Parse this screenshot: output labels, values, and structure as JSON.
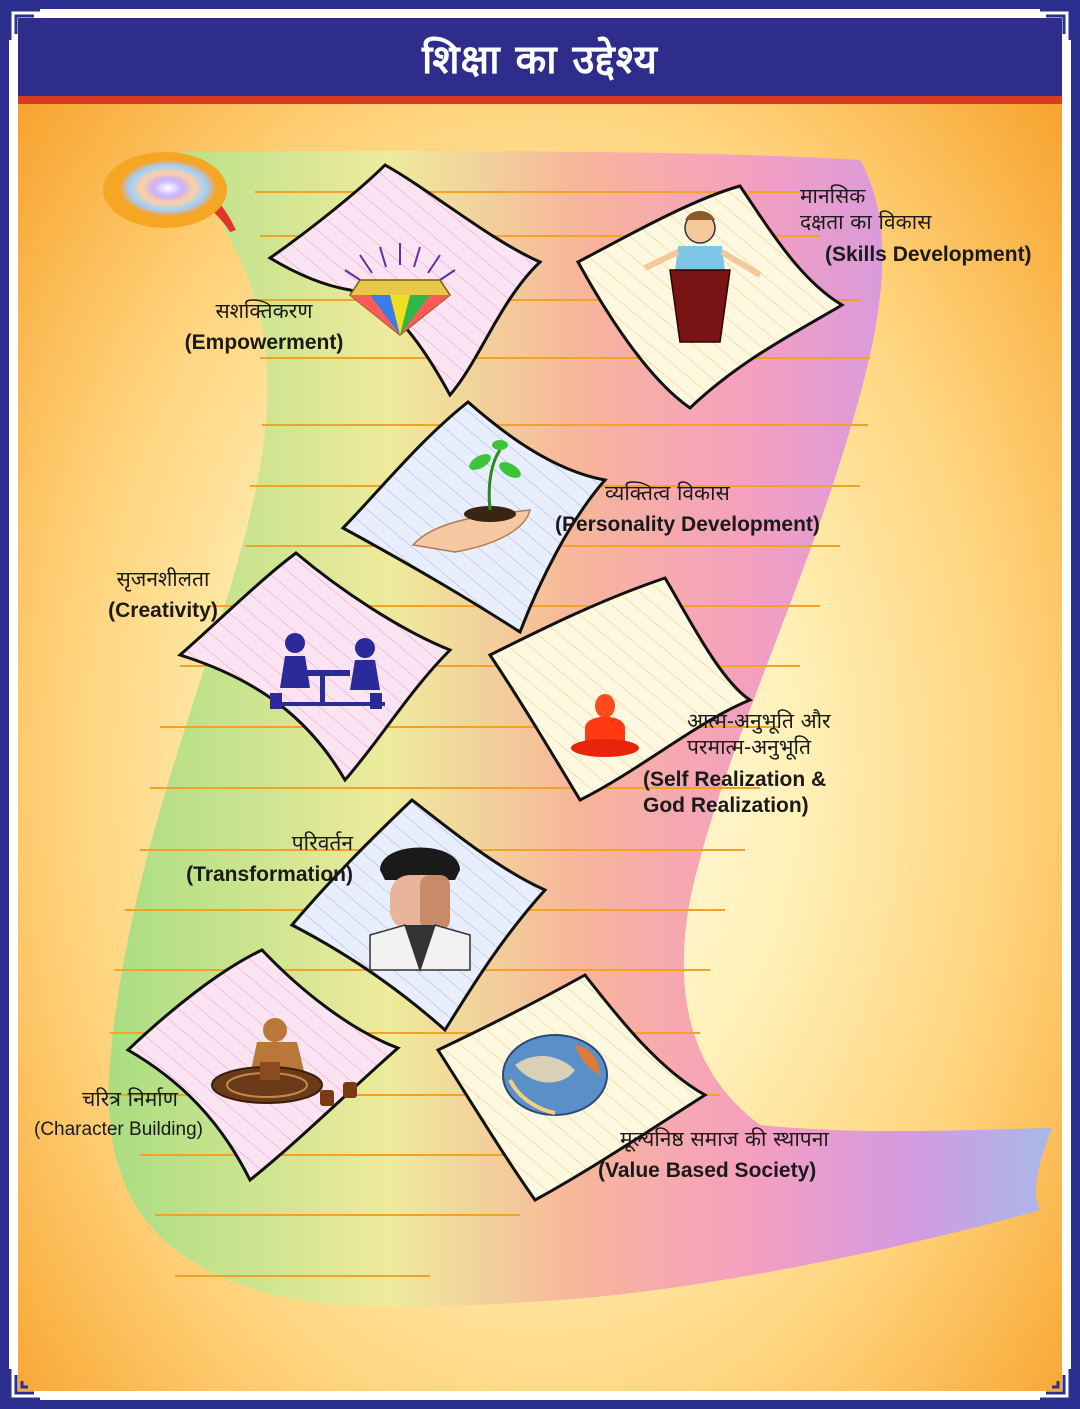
{
  "header": {
    "title": "शिक्षा का उद्देश्य"
  },
  "items": [
    {
      "hi": "सशक्तिकरण",
      "en": "(Empowerment)",
      "icon": "diamond-icon"
    },
    {
      "hi": "मानसिक\nदक्षता का विकास",
      "en": "(Skills Development)",
      "icon": "speaker-podium-icon"
    },
    {
      "hi": "व्यक्तित्व विकास",
      "en": "(Personality Development)",
      "icon": "plant-in-hand-icon"
    },
    {
      "hi": "सृजनशीलता",
      "en": "(Creativity)",
      "icon": "people-at-table-icon"
    },
    {
      "hi": "आत्म-अनुभूति और\nपरमात्म-अनुभूति",
      "en": "(Self Realization &\nGod Realization)",
      "icon": "meditating-figure-icon"
    },
    {
      "hi": "परिवर्तन",
      "en": "(Transformation)",
      "icon": "man-portrait-icon"
    },
    {
      "hi": "चरित्र निर्माण",
      "en": "(Character Building)",
      "icon": "potter-wheel-icon"
    },
    {
      "hi": "मूल्यनिष्ठ समाज की स्थापना",
      "en": "(Value Based Society)",
      "icon": "globe-world-icon"
    }
  ],
  "colors": {
    "header_bg": "#2e2d8c",
    "header_stripe": "#d93a22",
    "scroll_green": "#b9e28a",
    "scroll_pink": "#f7a8b8",
    "scroll_violet": "#c89ae0",
    "ruled_lines": "#f3a324"
  }
}
